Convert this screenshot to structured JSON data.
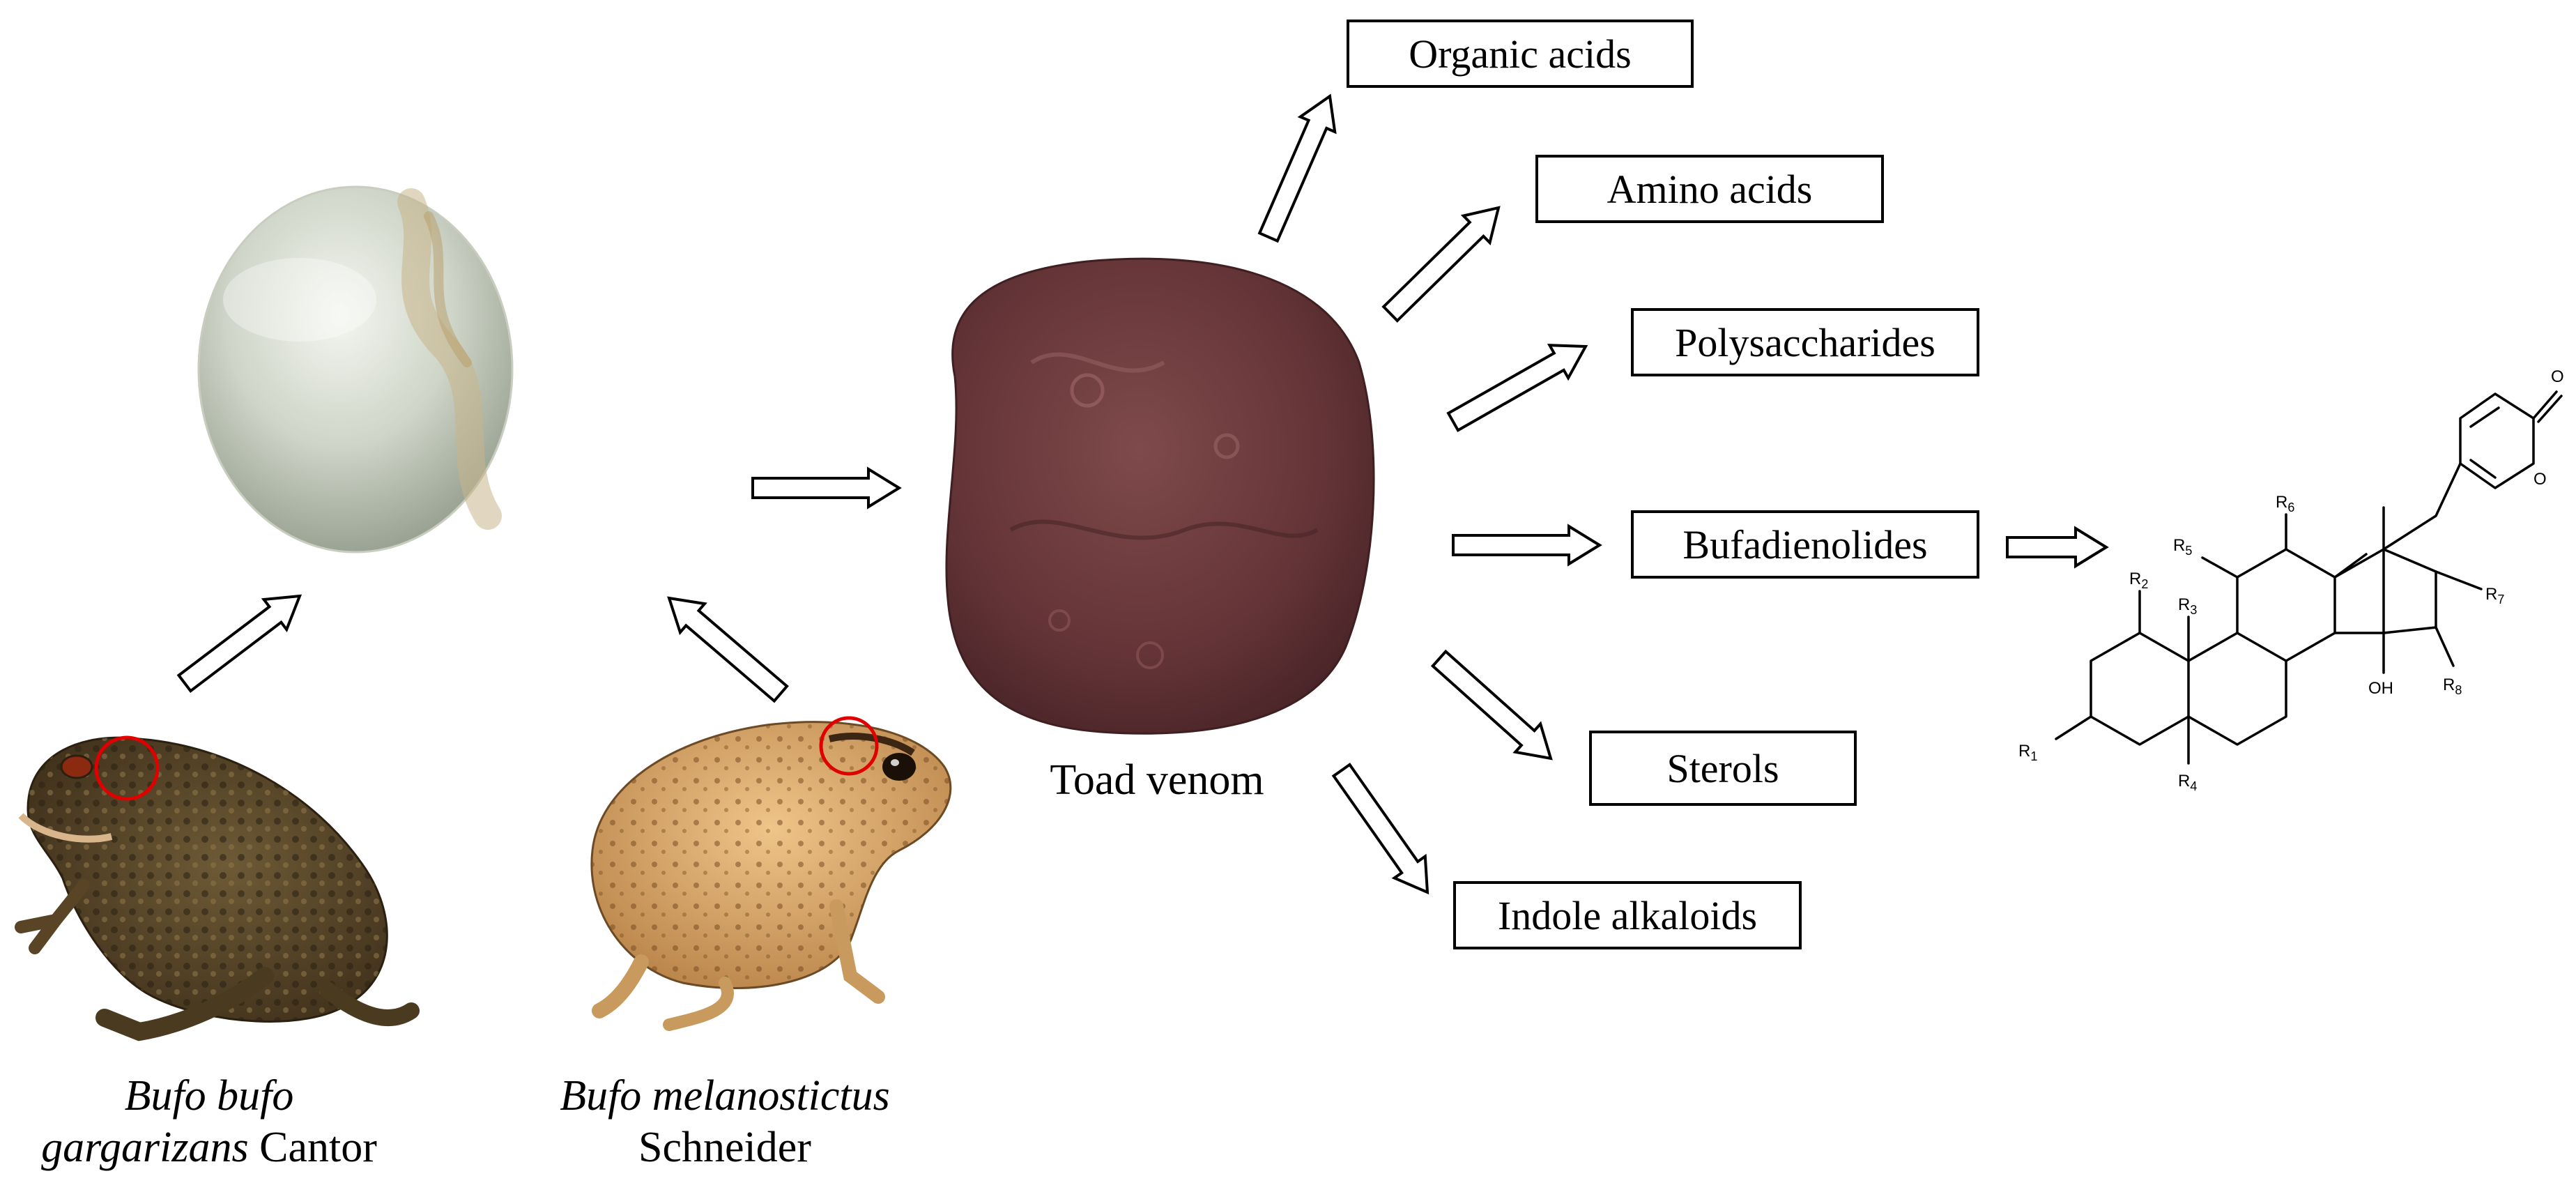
{
  "source": {
    "species": [
      {
        "italic": "Bufo bufo",
        "italic2": "gargarizans",
        "plain": "Cantor"
      },
      {
        "italic": "Bufo melanostictus",
        "plain": "Schneider"
      }
    ],
    "product_label": "Toad venom"
  },
  "components": [
    {
      "label": "Organic acids"
    },
    {
      "label": "Amino acids"
    },
    {
      "label": "Polysaccharides"
    },
    {
      "label": "Bufadienolides"
    },
    {
      "label": "Sterols"
    },
    {
      "label": "Indole alkaloids"
    }
  ],
  "structure": {
    "labels": {
      "o": "O",
      "oh": "OH",
      "r1": "1",
      "r2": "2",
      "r3": "3",
      "r4": "4",
      "r5": "5",
      "r6": "6",
      "r7": "7",
      "r8": "8",
      "r": "R"
    }
  },
  "colors": {
    "stroke": "#000000",
    "highlight_circle": "#e00000",
    "venom_dark": "#5a2e2e",
    "venom_mid": "#7a4244",
    "droplet": "#d9ddd0",
    "toad1_body": "#5c4a2c",
    "toad2_body": "#d8a86a"
  }
}
